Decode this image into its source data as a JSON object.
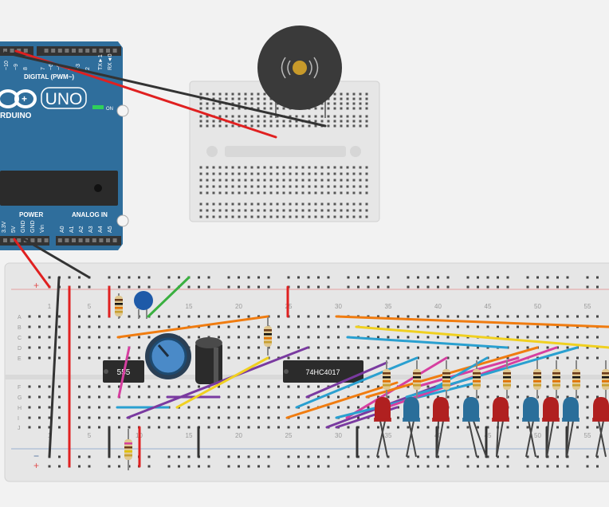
{
  "arduino": {
    "model": "UNO",
    "brand": "RDUINO",
    "on_label": "ON",
    "digital_label": "DIGITAL (PWM~)",
    "pin_top_a": "~10",
    "pin_top_b": "~9",
    "pin_top_c": "8",
    "pin_mid": "~3",
    "pin_2": "2",
    "tx_label": "TX►1",
    "rx_label": "RX◄0",
    "pin_7": "7",
    "pin_6": "~6",
    "pin_5": "~5",
    "pin_4": "4",
    "power_label": "POWER",
    "analog_label": "ANALOG IN",
    "power_pins": [
      "3.3V",
      "5V",
      "GND",
      "GND",
      "Vin"
    ],
    "analog_pins": [
      "A0",
      "A1",
      "A2",
      "A3",
      "A4",
      "A5"
    ]
  },
  "breadboard": {
    "column_numbers": [
      "1",
      "5",
      "10",
      "15",
      "20",
      "25",
      "30",
      "35",
      "40",
      "45",
      "50",
      "55"
    ],
    "row_letters_top": [
      "A",
      "B",
      "C",
      "D",
      "E"
    ],
    "row_letters_bottom": [
      "F",
      "G",
      "H",
      "I",
      "J"
    ],
    "rail_plus": "+",
    "rail_minus": "−"
  },
  "chips": {
    "timer": "555",
    "counter": "74HC4017"
  },
  "colors": {
    "arduino_blue": "#2f6e9c",
    "wire_red": "#e02020",
    "wire_black": "#333333",
    "wire_orange": "#f07c10",
    "wire_yellow": "#f0d020",
    "wire_blue": "#2aa0d0",
    "wire_purple": "#7a3aa0",
    "wire_magenta": "#d63fa0",
    "wire_green": "#3ab040",
    "led_red": "#b02020",
    "led_blue": "#2a6e9a",
    "capacitor_blue": "#1e5aa8"
  }
}
